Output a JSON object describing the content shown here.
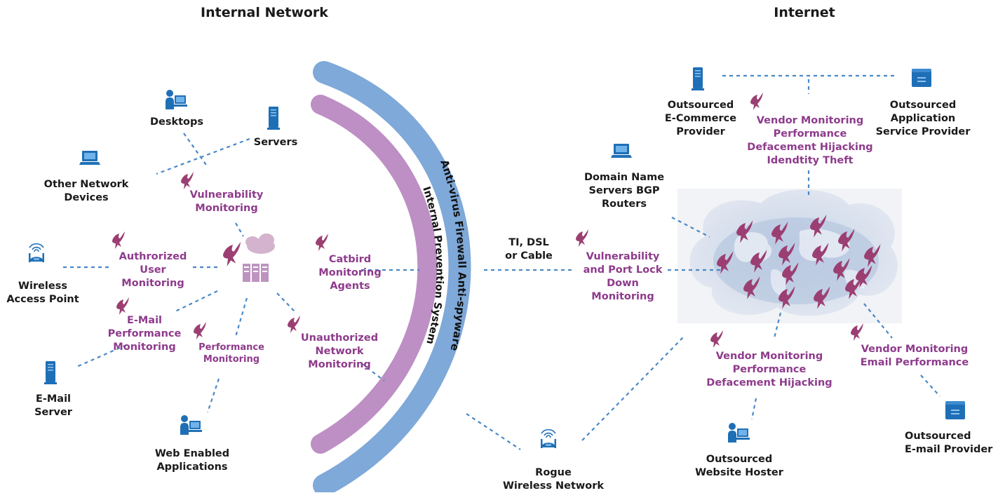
{
  "headers": {
    "internal": "Internal Network",
    "internet": "Internet"
  },
  "arc_labels": {
    "outer": "Anti-virus  Firewall  Anti-spyware",
    "inner": "Internal Prevention System"
  },
  "internal": {
    "desktops": "Desktops",
    "servers": "Servers",
    "other_devices": "Other Network\nDevices",
    "vulnerability": "Vulnerability\nMonitoring",
    "authorized": "Authrorized\nUser\nMonitoring",
    "wireless_ap": "Wireless\nAccess Point",
    "catbird": "Catbird\nMonitoring\nAgents",
    "email_perf": "E-Mail\nPerformance\nMonitoring",
    "performance": "Performance\nMonitoring",
    "unauthorized": "Unauthorized\nNetwork Monitoring",
    "email_server": "E-Mail\nServer",
    "web_apps": "Web Enabled\nApplications"
  },
  "link": {
    "ti": "TI, DSL\nor Cable",
    "rogue": "Rogue\nWireless Network"
  },
  "internet": {
    "ecommerce": "Outsourced\nE-Commerce\nProvider",
    "vendor_top": "Vendor Monitoring\nPerformance\nDefacement Hijacking\nIdendtity Theft",
    "asp": "Outsourced\nApplication\nService Provider",
    "dns": "Domain Name\nServers BGP\nRouters",
    "vuln_port": "Vulnerability\nand Port Lock\nDown Monitoring",
    "vendor_mid": "Vendor Monitoring\nPerformance\nDefacement Hijacking",
    "vendor_email": "Vendor Monitoring\nEmail Performance",
    "web_hoster": "Outsourced\nWebsite Hoster",
    "email_provider": "Outsourced\nE-mail Provider"
  },
  "colors": {
    "purple_text": "#8e3b8c",
    "bird": "#9b3f73",
    "icon_blue": "#1f6fb6",
    "firewall_band": "#7ea9d9",
    "ips_band": "#bd8fc4",
    "dashed_line": "#4a88c6"
  },
  "icons": [
    "person-computer-icon",
    "server-tower-icon",
    "laptop-icon",
    "wireless-router-icon",
    "server-rack-icon",
    "cloud-icon",
    "bird-agent-icon",
    "globe-cloud-icon",
    "server-box-icon"
  ]
}
